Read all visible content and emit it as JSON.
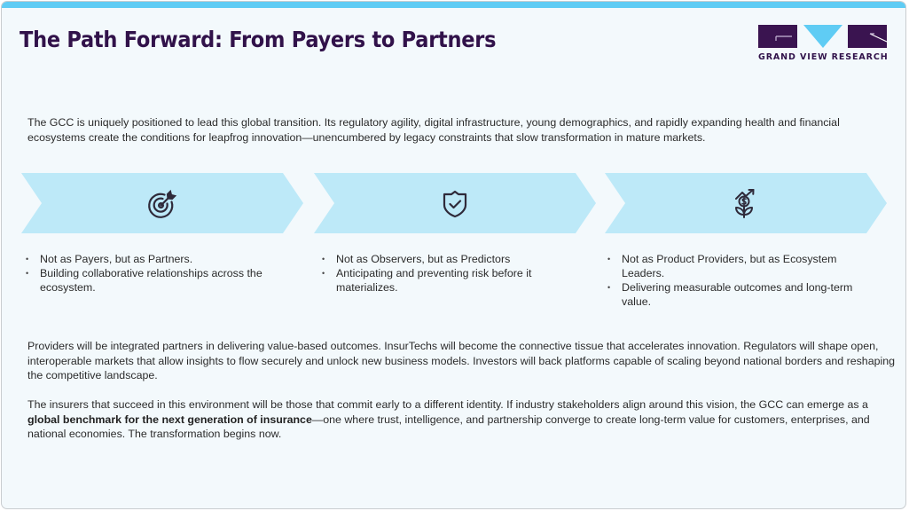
{
  "header": {
    "title": "The Path Forward: From Payers to Partners",
    "logo_text": "GRAND VIEW RESEARCH"
  },
  "colors": {
    "accent_bar": "#5fccf4",
    "title": "#31124a",
    "chevron_fill": "#bde9f8",
    "logo_dark": "#3a1450",
    "logo_light": "#5fccf4"
  },
  "intro": "The GCC is uniquely positioned to lead this global transition. Its regulatory agility, digital infrastructure, young demographics, and rapidly expanding health and financial ecosystems create the conditions for leapfrog innovation—unencumbered by legacy constraints that slow transformation in mature markets.",
  "pillars": [
    {
      "icon": "target-icon",
      "bullets": [
        "Not as Payers, but as Partners.",
        "Building collaborative relationships across the ecosystem."
      ]
    },
    {
      "icon": "shield-check-icon",
      "bullets": [
        "Not as Observers, but as Predictors",
        "Anticipating and preventing risk before it materializes."
      ]
    },
    {
      "icon": "money-growth-plant-icon",
      "bullets": [
        "Not as Product Providers, but as Ecosystem Leaders.",
        "Delivering measurable outcomes and long-term value."
      ]
    }
  ],
  "providers_paragraph": "Providers will be integrated partners in delivering value-based outcomes. InsurTechs will become the connective tissue that accelerates innovation. Regulators will shape open, interoperable markets that allow insights to flow securely and unlock new business models. Investors will back platforms capable of scaling beyond national borders and reshaping the competitive landscape.",
  "closing": {
    "before": "The insurers that succeed in this environment will be those that commit early to a different identity. If industry stakeholders align around this vision, the GCC can emerge as a ",
    "bold": "global benchmark for the next generation of insurance",
    "after": "—one where trust, intelligence, and partnership converge to create long-term value for customers, enterprises, and national economies. The transformation begins now."
  }
}
